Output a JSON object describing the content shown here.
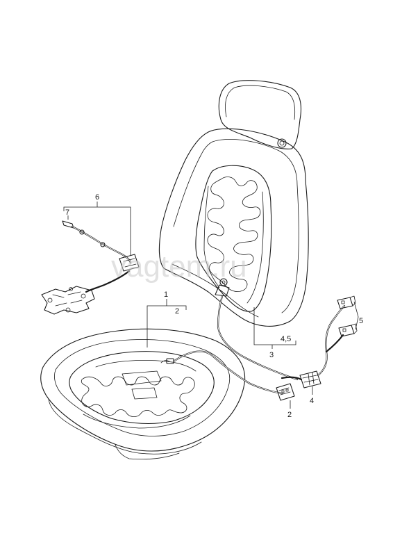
{
  "callouts": {
    "c1": "1",
    "c2_seat": "2",
    "c2_connector": "2",
    "c3": "3",
    "c4": "4",
    "c45": "4,5",
    "c5": "5",
    "c6": "6",
    "c7": "7"
  },
  "watermark": "vagtem.ru",
  "colors": {
    "line": "#1a1a1a",
    "background": "#ffffff",
    "watermark": "#c9c9c9"
  }
}
